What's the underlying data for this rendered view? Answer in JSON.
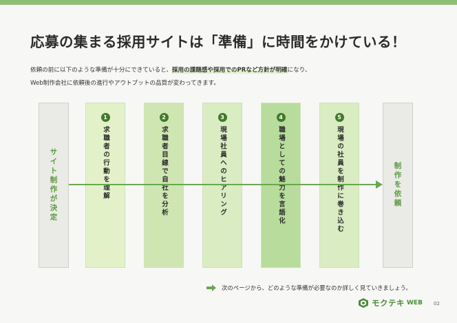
{
  "title": "応募の集まる採用サイトは「準備」に時間をかけている！",
  "intro": {
    "line1_a": "依頼の前に以下のような準備が十分にできていると、",
    "line1_hl": "採用の課題感や採用でのPRなど方針が明確",
    "line1_b": "になり、",
    "line2": "Web制作会社に依頼後の進行やアウトプットの品質が変わってきます。"
  },
  "flow": {
    "start_label": "サイト制作が決定",
    "end_label": "制作を依頼",
    "steps": [
      {
        "num": "1",
        "label": "求職者の行動を理解"
      },
      {
        "num": "2",
        "label": "求職者目線で自社を分析"
      },
      {
        "num": "3",
        "label": "現場社員へのヒアリング"
      },
      {
        "num": "4",
        "label": "職場としての魅力を言語化"
      },
      {
        "num": "5",
        "label": "現場の社員を制作に巻き込む"
      }
    ],
    "colors": {
      "line": "#6aa84f",
      "step_light": "#e3f1c9",
      "step_mid": "#cfe6b3",
      "step_dark": "#b8dc9c",
      "number_badge": "#3f7a2b"
    }
  },
  "footnote": "次のページから、どのような準備が必要なのか詳しく見ていきましょう。",
  "logo": {
    "name": "モクテキ",
    "suffix": "WEB",
    "icon": "cube-logo-icon"
  },
  "page_number": "02",
  "accent": "#8fbf74"
}
